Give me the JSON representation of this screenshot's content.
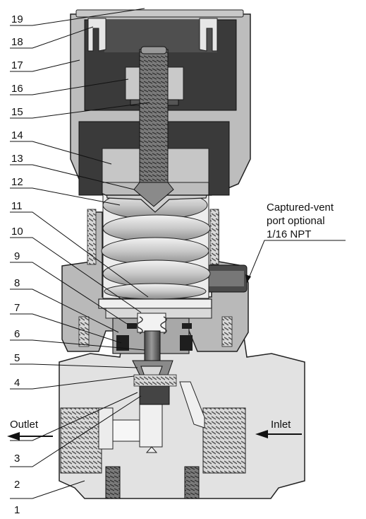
{
  "callouts": [
    "19",
    "18",
    "17",
    "16",
    "15",
    "14",
    "13",
    "12",
    "11",
    "10",
    "9",
    "8",
    "7",
    "6",
    "5",
    "4",
    "3",
    "2",
    "1"
  ],
  "port_labels": {
    "outlet": "Outlet",
    "inlet": "Inlet"
  },
  "vent_note": [
    "Captured-vent",
    "port optional",
    "1/16 NPT"
  ],
  "colors": {
    "bonnet": "#bdbdbd",
    "dark_part": "#3a3a3a",
    "body": "#e2e2e2",
    "stem": "#6e6e6e",
    "outline": "#222222"
  }
}
